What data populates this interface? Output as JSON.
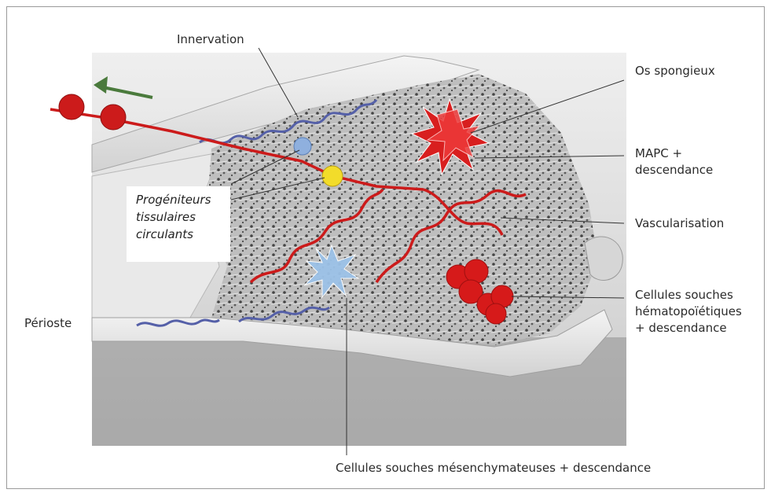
{
  "labels": {
    "innervation": "Innervation",
    "os_spongieux": "Os spongieux",
    "mapc_1": "MAPC +",
    "mapc_2": "descendance",
    "vascularisation": "Vascularisation",
    "hema_1": "Cellules souches",
    "hema_2": "hématopoïétiques",
    "hema_3": "+ descendance",
    "perioste": "Périoste",
    "mesenchymateuses": "Cellules souches mésenchymateuses + descendance",
    "progeniteurs_1": "Progéniteurs",
    "progeniteurs_2": "tissulaires",
    "progeniteurs_3": "circulants"
  },
  "colors": {
    "vessel": "#cc1b1b",
    "nerve": "#5560a8",
    "arrow": "#4a7a3c",
    "progenitor_blue": "#8fb0de",
    "progenitor_yellow": "#f2dc2a",
    "mesenchymal": "#9cc2e8"
  }
}
